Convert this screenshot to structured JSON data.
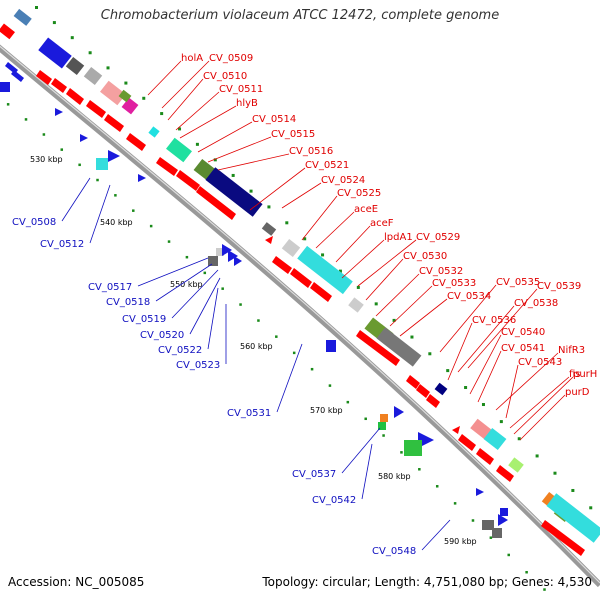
{
  "title": "Chromobacterium violaceum ATCC 12472, complete genome",
  "accession": "Accession: NC_005085",
  "info": "Topology: circular; Length: 4,751,080 bp; Genes: 4,530",
  "colors": {
    "forward": "#ff0000",
    "reverse": "#0000ff",
    "backbone": "#999999",
    "gc_dots": "#1a8a1a"
  },
  "ticks": [
    "530 kbp",
    "540 kbp",
    "550 kbp",
    "560 kbp",
    "570 kbp",
    "580 kbp",
    "590 kbp"
  ],
  "top_labels": [
    "holA",
    "CV_0509",
    "CV_0510",
    "CV_0511",
    "hlyB",
    "CV_0514",
    "CV_0515",
    "CV_0516",
    "CV_0521",
    "CV_0524",
    "CV_0525",
    "aceE",
    "aceF",
    "lpdA1",
    "CV_0529",
    "CV_0530",
    "CV_0532",
    "CV_0533",
    "CV_0534",
    "CV_0535",
    "CV_0539",
    "CV_0538",
    "CV_0536",
    "CV_0540",
    "CV_0541",
    "NifR3",
    "CV_0543",
    "fis",
    "purH",
    "purD"
  ],
  "bottom_labels": [
    "CV_0508",
    "CV_0512",
    "CV_0517",
    "CV_0518",
    "CV_0519",
    "CV_0520",
    "CV_0522",
    "CV_0523",
    "CV_0531",
    "CV_0537",
    "CV_0542",
    "CV_0548"
  ]
}
